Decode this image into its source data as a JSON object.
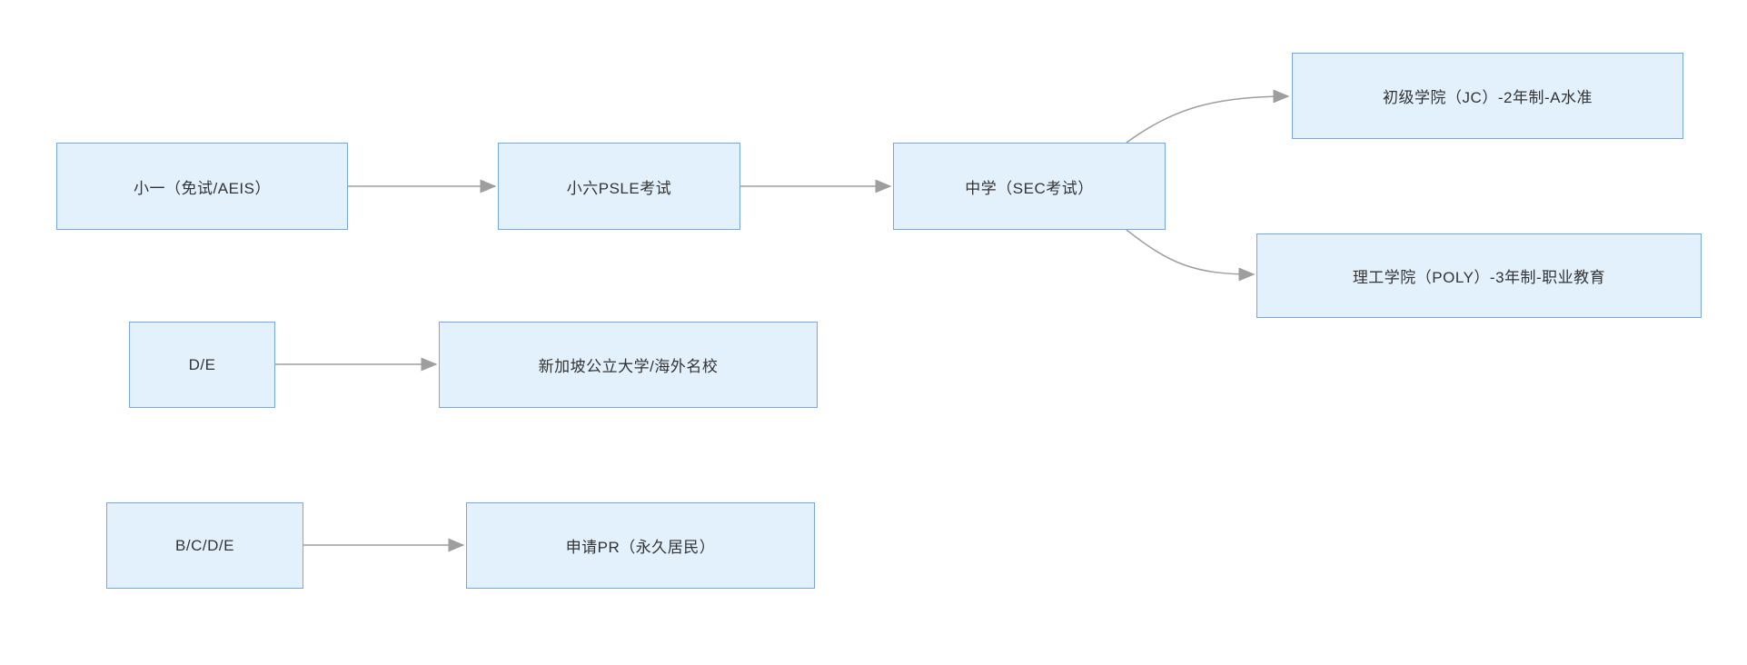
{
  "diagram": {
    "type": "flowchart",
    "background": "#ffffff",
    "colors": {
      "node_fill": "#e3f1fc",
      "node_border": "#74a7f1",
      "arrow": "#9e9e9e",
      "text": "#333333"
    },
    "nodes": [
      {
        "id": "primary-one",
        "label": "小一（免试/AEIS）"
      },
      {
        "id": "psle-exam",
        "label": "小六PSLE考试"
      },
      {
        "id": "secondary-school",
        "label": "中学（SEC考试）"
      },
      {
        "id": "junior-college",
        "label": "初级学院（JC）-2年制-A水准"
      },
      {
        "id": "polytechnic",
        "label": "理工学院（POLY）-3年制-职业教育"
      },
      {
        "id": "grades-de",
        "label": "D/E"
      },
      {
        "id": "university",
        "label": "新加坡公立大学/海外名校"
      },
      {
        "id": "grades-bcde",
        "label": "B/C/D/E"
      },
      {
        "id": "pr-application",
        "label": "申请PR（永久居民）"
      }
    ],
    "edges": [
      {
        "from": "primary-one",
        "to": "psle-exam"
      },
      {
        "from": "psle-exam",
        "to": "secondary-school"
      },
      {
        "from": "secondary-school",
        "to": "junior-college"
      },
      {
        "from": "secondary-school",
        "to": "polytechnic"
      },
      {
        "from": "grades-de",
        "to": "university"
      },
      {
        "from": "grades-bcde",
        "to": "pr-application"
      }
    ]
  }
}
